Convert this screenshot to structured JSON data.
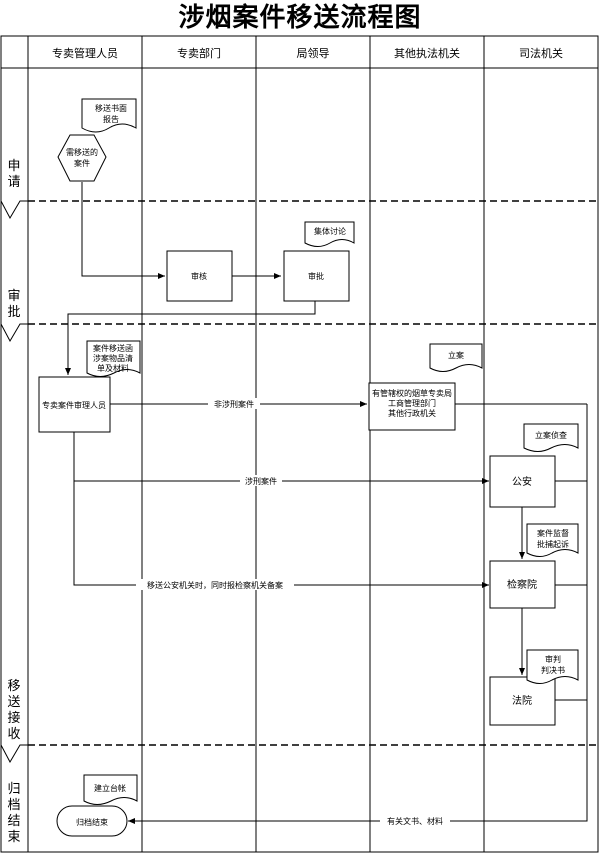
{
  "title": "涉烟案件移送流程图",
  "lanes": [
    "专卖管理人员",
    "专卖部门",
    "局领导",
    "其他执法机关",
    "司法机关"
  ],
  "phases": {
    "apply": [
      "申",
      "请"
    ],
    "approve": [
      "审",
      "批"
    ],
    "transfer": [
      "移",
      "送",
      "接",
      "收"
    ],
    "archive": [
      "归",
      "档",
      "结",
      "束"
    ]
  },
  "nodes": {
    "case_to_transfer": [
      "需移送的",
      "案件"
    ],
    "review": "审核",
    "approval": "审批",
    "case_officer": "专卖案件审理人员",
    "other_agency": [
      "有管辖权的烟草专卖局",
      "工商管理部门",
      "其他行政机关"
    ],
    "police": "公安",
    "procuratorate": "检察院",
    "court": "法院",
    "archive_end": "归档结束"
  },
  "documents": {
    "transfer_report": [
      "移送书面",
      "报告"
    ],
    "group_discussion": "集体讨论",
    "transfer_letter": [
      "案件移送函",
      "涉案物品清",
      "单及材料"
    ],
    "case_filing": "立案",
    "filing_investigation": "立案侦查",
    "supervision": [
      "案件监督",
      "批捕起诉"
    ],
    "verdict": [
      "审判",
      "判决书"
    ],
    "ledger": "建立台帐"
  },
  "edges": {
    "non_criminal": "非涉刑案件",
    "criminal": "涉刑案件",
    "notify_procuratorate": "移送公安机关时，同时报检察机关备案",
    "return_docs": "有关文书、材料"
  }
}
